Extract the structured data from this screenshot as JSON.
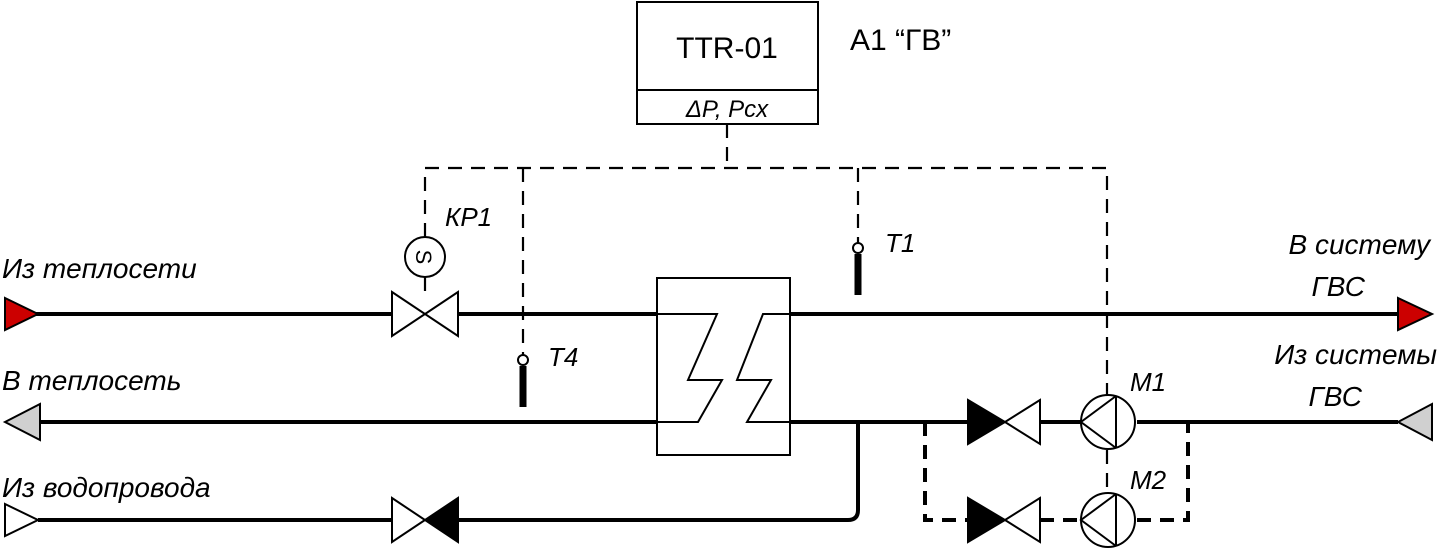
{
  "controller": {
    "model": "TTR-01",
    "inputs": "ΔP, Pcx",
    "designation": "A1 “ГВ”"
  },
  "labels": {
    "from_heating_network": "Из теплосети",
    "to_heating_network": "В теплосеть",
    "from_water_supply": "Из водопровода",
    "to_hws_line1": "В систему",
    "to_hws_line2": "ГВС",
    "from_hws_line1": "Из системы",
    "from_hws_line2": "ГВС",
    "valve": "КР1",
    "sensor_t1": "Т1",
    "sensor_t4": "Т4",
    "pump_m1": "М1",
    "pump_m2": "М2",
    "solenoid": "S"
  },
  "colors": {
    "supply": "#cc0000",
    "return": "#d0d0d0"
  }
}
